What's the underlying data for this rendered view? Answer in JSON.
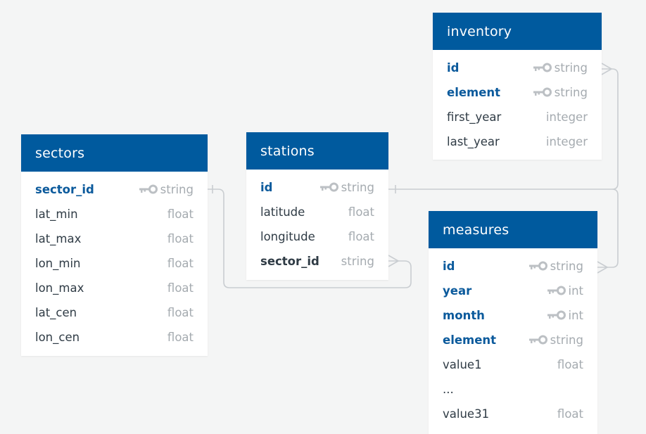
{
  "tables": {
    "sectors": {
      "name": "sectors",
      "fields": [
        {
          "name": "sector_id",
          "type": "string",
          "key": true,
          "style": "pk"
        },
        {
          "name": "lat_min",
          "type": "float"
        },
        {
          "name": "lat_max",
          "type": "float"
        },
        {
          "name": "lon_min",
          "type": "float"
        },
        {
          "name": "lon_max",
          "type": "float"
        },
        {
          "name": "lat_cen",
          "type": "float"
        },
        {
          "name": "lon_cen",
          "type": "float"
        }
      ]
    },
    "stations": {
      "name": "stations",
      "fields": [
        {
          "name": "id",
          "type": "string",
          "key": true,
          "style": "pk"
        },
        {
          "name": "latitude",
          "type": "float"
        },
        {
          "name": "longitude",
          "type": "float"
        },
        {
          "name": "sector_id",
          "type": "string",
          "style": "fk"
        }
      ]
    },
    "inventory": {
      "name": "inventory",
      "fields": [
        {
          "name": "id",
          "type": "string",
          "key": true,
          "style": "pk"
        },
        {
          "name": "element",
          "type": "string",
          "key": true,
          "style": "pk"
        },
        {
          "name": "first_year",
          "type": "integer"
        },
        {
          "name": "last_year",
          "type": "integer"
        }
      ]
    },
    "measures": {
      "name": "measures",
      "fields": [
        {
          "name": "id",
          "type": "string",
          "key": true,
          "style": "pk"
        },
        {
          "name": "year",
          "type": "int",
          "key": true,
          "style": "pk"
        },
        {
          "name": "month",
          "type": "int",
          "key": true,
          "style": "pk"
        },
        {
          "name": "element",
          "type": "string",
          "key": true,
          "style": "pk"
        },
        {
          "name": "value1",
          "type": "float"
        },
        {
          "name": "...",
          "type": ""
        },
        {
          "name": "value31",
          "type": "float"
        }
      ]
    }
  },
  "colors": {
    "header": "#005a9e",
    "pk_text": "#0b5a9c",
    "field_text": "#2f3b45",
    "type_text": "#a5abb0",
    "connector": "#c9cdd1",
    "key_icon": "#bcc0c4"
  }
}
